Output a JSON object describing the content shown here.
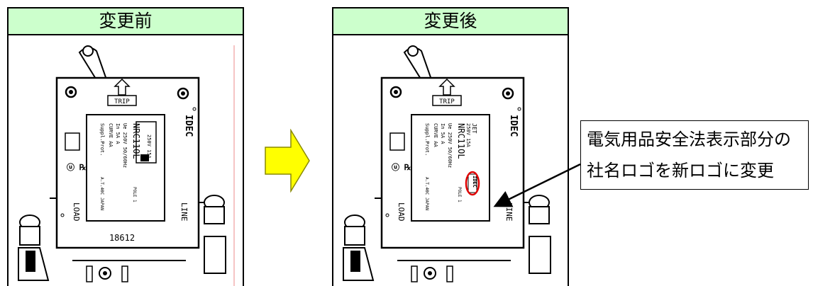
{
  "before": {
    "title": "変更前"
  },
  "after": {
    "title": "変更後"
  },
  "callout": {
    "line1": "電気用品安全法表示部分の",
    "line2": "社名ロゴを新ロゴに変更"
  },
  "device": {
    "trip_label": "TRIP",
    "brand": "IDEC",
    "load_label": "LOAD",
    "line_label": "LINE",
    "serial": "18612",
    "model_before": "NRC11OL",
    "model_after": "NRC11OL",
    "spec_lines": [
      "Ue 250V 50/60Hz",
      "In 5A  A",
      "CURVE AA",
      "Suppl.Prot.",
      "A.T.40C JAPAN"
    ],
    "jet_label": "JET",
    "jet_spec": "250V 15A",
    "pole_label": "POLE 1",
    "new_logo": "IDEC"
  },
  "colors": {
    "header_bg": "#ccffcc",
    "arrow_fill": "#ffff00",
    "arrow_stroke": "#8a8a00",
    "highlight_ring": "#e00000"
  }
}
